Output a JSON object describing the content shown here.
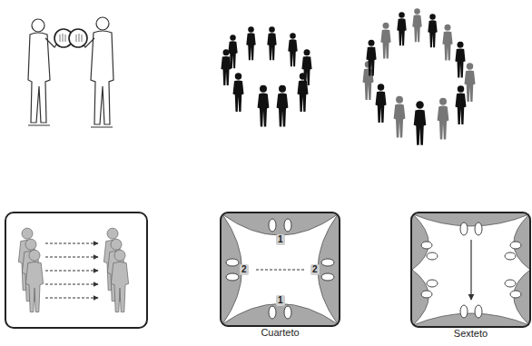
{
  "diagram": {
    "nodes": [
      {
        "text": [
          "Cuarteto"
        ]
      },
      {
        "text": [
          "Sexteto"
        ]
      }
    ],
    "labels": [
      "1",
      "2",
      "2",
      "1"
    ]
  }
}
